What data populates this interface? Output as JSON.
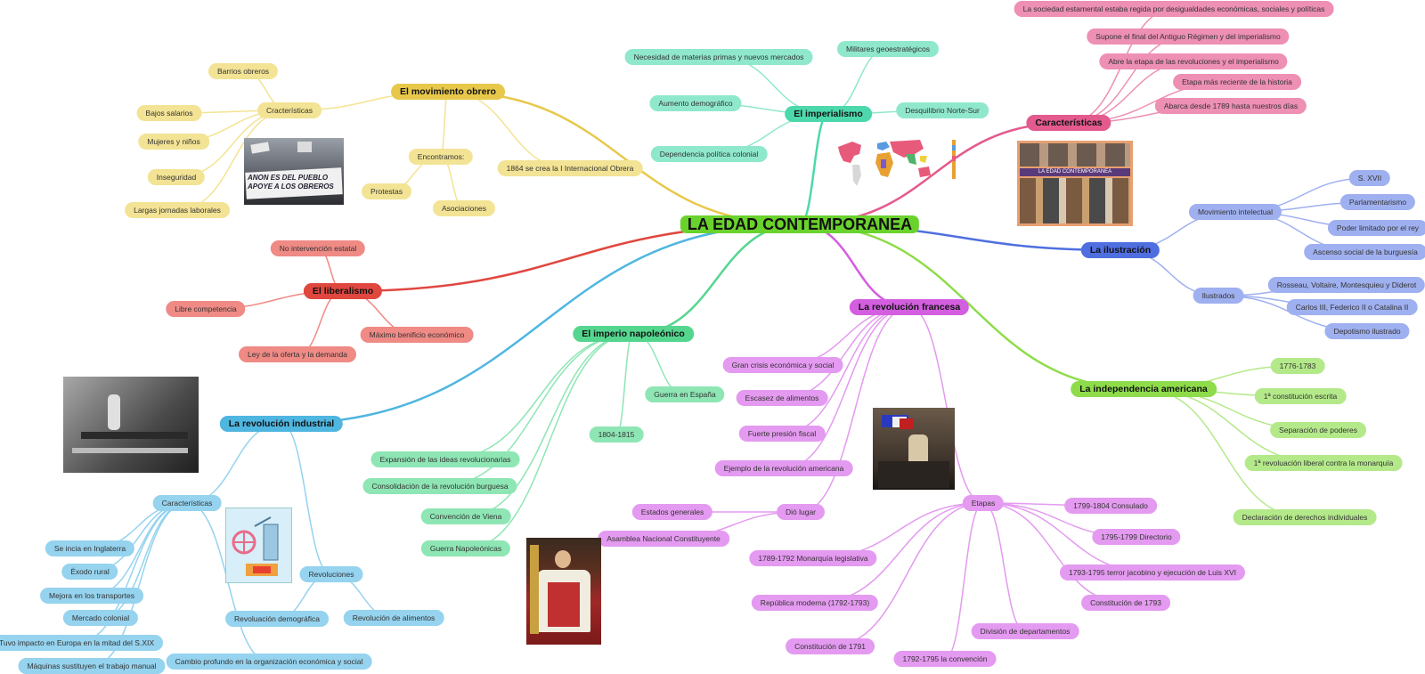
{
  "root": {
    "text": "LA EDAD CONTEMPORANEA",
    "color": "#6ad22d"
  },
  "branches": [
    {
      "id": "obrero",
      "label": "El movimiento obrero",
      "color": "#e8c84a",
      "light": "#f3e394",
      "items": [
        "Cracterísticas",
        "Barrios obreros",
        "Bajos salarios",
        "Mujeres y niños",
        "Inseguridad",
        "Largas jornadas laborales",
        "Encontramos:",
        "Protestas",
        "Asociaciones",
        "1864 se crea la I Internacional Obrera"
      ]
    },
    {
      "id": "liberalismo",
      "label": "El liberalismo",
      "color": "#e0473f",
      "light": "#ef8a85",
      "items": [
        "No intervención estatal",
        "Libre competencia",
        "Máximo benificio económico",
        "Ley de la oferta y la demanda"
      ]
    },
    {
      "id": "industrial",
      "label": "La revolución industrial",
      "color": "#4fb6e0",
      "light": "#95d3ef",
      "items": [
        "Características",
        "Se incia en Inglaterra",
        "Éxodo rural",
        "Mejora en los transportes",
        "Mercado colonial",
        "Tuvo impacto en Europa en la mitad del S.XIX",
        "Máquinas sustituyen el trabajo manual",
        "Cambio profundo en la organización económica y social",
        "Revoluciones",
        "Revoluación demográfica",
        "Revolución de alimentos"
      ]
    },
    {
      "id": "napoleon",
      "label": "El imperio napoleónico",
      "color": "#55d68f",
      "light": "#8ee6b4",
      "items": [
        "Guerra en España",
        "1804-1815",
        "Expansión de las ideas revolucionarias",
        "Consolidación de la revolución burguesa",
        "Convención de Viena",
        "Guerra Napoleónicas"
      ]
    },
    {
      "id": "imperialismo",
      "label": "El imperialismo",
      "color": "#4cd8ac",
      "light": "#8fe8cc",
      "items": [
        "Necesidad de materias primas y nuevos mercados",
        "Militares geoestratégicos",
        "Aumento demográfico",
        "Desquilibrio Norte-Sur",
        "Dependencia política colonial"
      ]
    },
    {
      "id": "caracteristicas",
      "label": "Características",
      "color": "#e35a8e",
      "light": "#ee8fb4",
      "items": [
        "La sociedad estamental estaba regida por desigualdades económicas, sociales y políticas",
        "Supone el final del Antiguo Régimen y del imperialismo",
        "Abre la etapa de las revoluciones y el imperialismo",
        "Etapa más reciente de la historia",
        "Abarca desde 1789 hasta nuestros días"
      ]
    },
    {
      "id": "ilustracion",
      "label": "La ilustración",
      "color": "#4f6fe0",
      "light": "#9fb0f0",
      "items": [
        "Movimiento intelectual",
        "S. XVII",
        "Parlamentarismo",
        "Poder limitado por el rey",
        "Ascenso social de la burguesía",
        "Ilustrados",
        "Rosseau, Voltaire, Montesquieu y Diderot",
        "Carlos III, Federico II o Catalina II",
        "Depotismo ilustrado"
      ]
    },
    {
      "id": "independencia",
      "label": "La independencia americana",
      "color": "#8edc4a",
      "light": "#b4e98a",
      "items": [
        "1776-1783",
        "1ª constitución escrita",
        "Separación de poderes",
        "1ª revoluación liberal contra la monarquía",
        "Declaración de derechos individuales"
      ]
    },
    {
      "id": "francesa",
      "label": "La revolución francesa",
      "color": "#d45ee0",
      "light": "#e49af0",
      "items": [
        "Gran crisis económica y social",
        "Escasez de alimentos",
        "Fuerte presión fiscal",
        "Ejemplo de la revolución americana",
        "Dió lugar",
        "Estados generales",
        "Asamblea Nacional Constituyente",
        "Etapas",
        "1799-1804 Consulado",
        "1795-1799 Directorio",
        "1793-1795 terror jacobino y ejecución de Luis XVI",
        "Constitución de 1793",
        "División de departamentos",
        "1792-1795 la convención",
        "Constitución de 1791",
        "República moderna (1792-1793)",
        "1789-1792 Monarquía legislativa"
      ]
    }
  ],
  "images": {
    "protest_banner": "ANON ES DEL PUEBLO APOYE A LOS OBREROS",
    "collage_title": "LA EDAD CONTEMPORANEA"
  }
}
